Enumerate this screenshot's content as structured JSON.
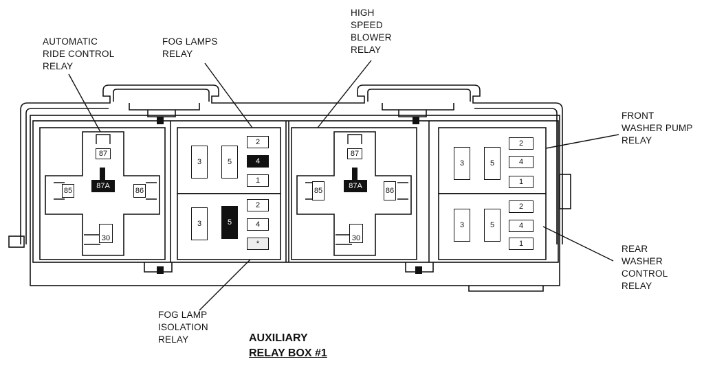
{
  "title": {
    "line1": "AUXILIARY",
    "line2": "RELAY BOX #1"
  },
  "labels": {
    "arc": [
      "AUTOMATIC",
      "RIDE CONTROL",
      "RELAY"
    ],
    "fog_lamps": [
      "FOG LAMPS",
      "RELAY"
    ],
    "high_speed": [
      "HIGH",
      "SPEED",
      "BLOWER",
      "RELAY"
    ],
    "front_washer": [
      "FRONT",
      "WASHER PUMP",
      "RELAY"
    ],
    "rear_washer": [
      "REAR",
      "WASHER",
      "CONTROL",
      "RELAY"
    ],
    "fog_isolation": [
      "FOG LAMP",
      "ISOLATION",
      "RELAY"
    ]
  },
  "pins": {
    "cross": [
      "87",
      "87A",
      "85",
      "86",
      "30"
    ],
    "relay_small": [
      "3",
      "5",
      "2",
      "4",
      "1"
    ],
    "iso_pin1": "*"
  },
  "colors": {
    "line": "#111111",
    "fill": "#ffffff",
    "dark": "#111111"
  }
}
